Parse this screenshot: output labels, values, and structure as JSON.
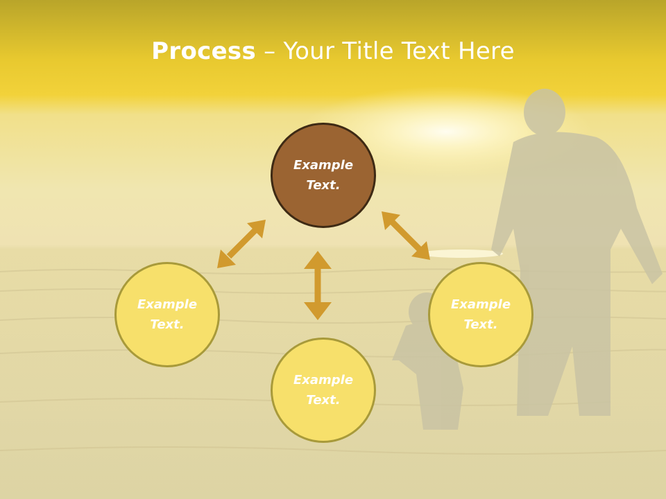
{
  "slide": {
    "title_bold": "Process",
    "title_rest": " – Your Title Text Here"
  },
  "nodes": {
    "top": "Example\nText.",
    "left": "Example\nText.",
    "bottom": "Example\nText.",
    "right": "Example\nText."
  },
  "colors": {
    "top_band": "#efd02b",
    "node_brown": "#9b6432",
    "node_yellow": "#f7e06b",
    "arrow": "#d19a2e"
  }
}
